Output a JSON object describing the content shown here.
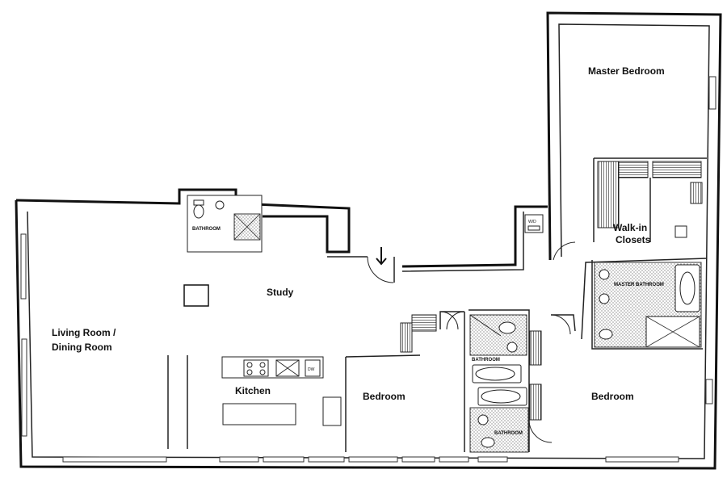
{
  "rooms": {
    "master_bedroom": "Master Bedroom",
    "walkin_line1": "Walk-in",
    "walkin_line2": "Closets",
    "master_bathroom": "MASTER BATHROOM",
    "study": "Study",
    "living_line1": "Living Room /",
    "living_line2": "Dining Room",
    "kitchen": "Kitchen",
    "bedroom_center": "Bedroom",
    "bedroom_right": "Bedroom",
    "bathroom_top": "BATHROOM",
    "bathroom_middle": "BATHROOM",
    "bathroom_bottom": "BATHROOM"
  },
  "appliances": {
    "washer_dryer": "W/D",
    "dishwasher": "DW"
  },
  "icons": {
    "entry": "down-arrow-icon"
  }
}
